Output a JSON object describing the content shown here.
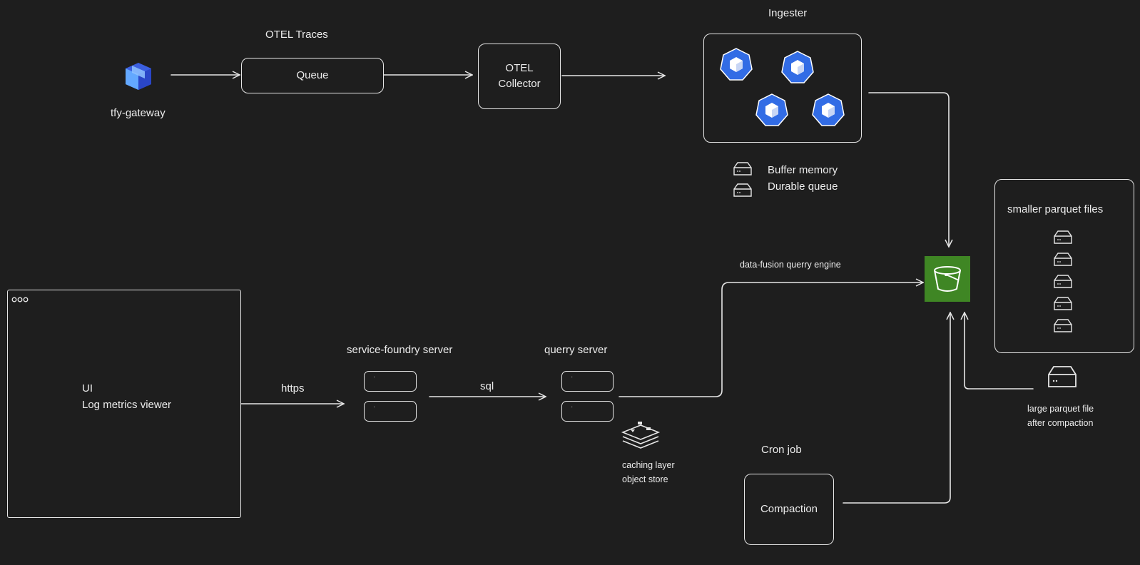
{
  "colors": {
    "background": "#1e1e1e",
    "stroke": "#e6e6e6",
    "k8s_blue": "#326ce5",
    "bucket_green": "#3f8624",
    "gateway_icon": "#4a7cf0"
  },
  "icons": {
    "gateway": "tfy-gateway-cube-icon",
    "pod": "kubernetes-pod-icon",
    "bucket": "s3-bucket-icon",
    "disk": "disk-storage-icon",
    "cache": "redis-stack-icon",
    "window": "browser-window-icon"
  },
  "labels": {
    "gateway": "tfy-gateway",
    "otel_traces": "OTEL Traces",
    "queue": "Queue",
    "otel_collector": "OTEL\nCollector",
    "ingester": "Ingester",
    "buffer_memory": "Buffer memory",
    "durable_queue": "Durable queue",
    "smaller_parquet": "smaller parquet files",
    "datafusion": "data-fusion querry engine",
    "ui_viewer": "UI\nLog metrics viewer",
    "https": "https",
    "sf_server": "service-foundry server",
    "sql": "sql",
    "querry_server": "querry server",
    "caching": "caching layer\nobject store",
    "cron_job": "Cron job",
    "compaction": "Compaction",
    "large_parquet": "large parquet file\nafter compaction"
  }
}
